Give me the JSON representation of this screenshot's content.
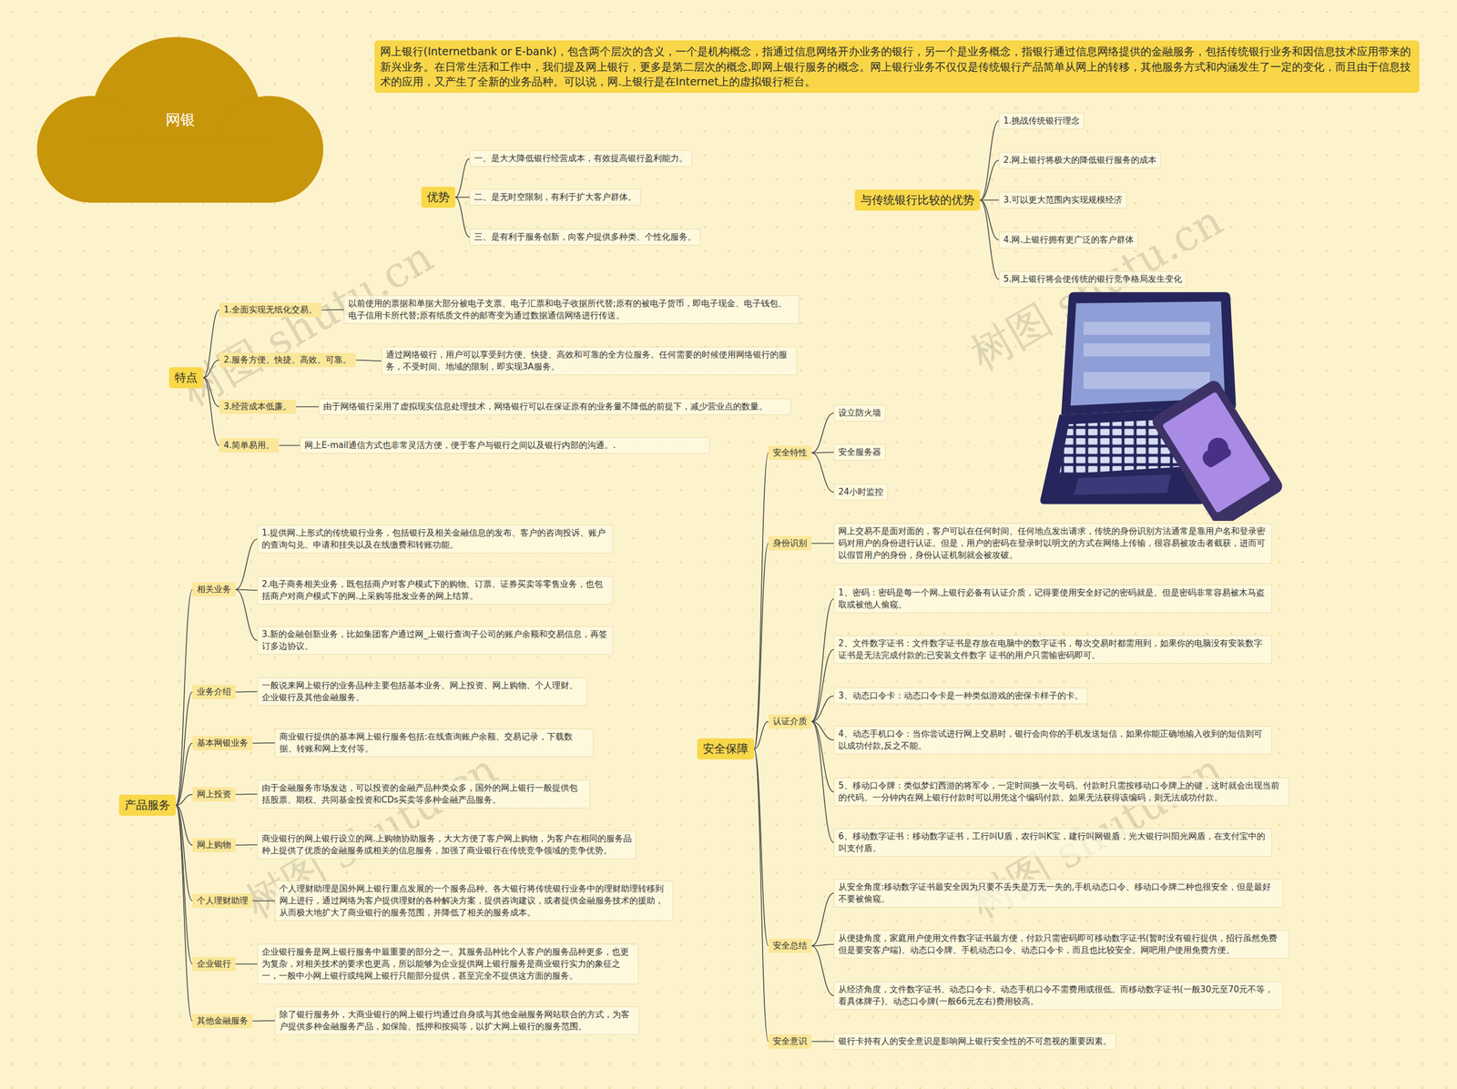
{
  "diagram": {
    "nodes": [
      {
        "text": [
          "网银"
        ]
      },
      {
        "text": [
          "网上银行(Internetbank or E-bank)，包含两个层次的含义，一个是机构概念，指通过信息网络开办业务的银行，另一个是业务概念，指银行通过信息网络提供的金融服务，包括传统银行业务和因信息技术应用带来的新兴业务。在日常生活和工作中，我们提及网上银行，更多是第二层次的概念,即网上银行服务的概念。网上银行业务不仅仅是传统银行产品简单从网上的转移，其他服务方式和内涵发生了一定的变化，而且由于信息技术的应用，又产生了全新的业务品种。可以说，网.上银行是在Internet上的虚拟银行柜台。"
        ]
      },
      {
        "text": [
          "优势"
        ]
      },
      {
        "text": [
          "一、是大大降低银行经营成本，有效提高银行盈利能力。"
        ]
      },
      {
        "text": [
          "二、是无时空限制，有利于扩大客户群体。"
        ]
      },
      {
        "text": [
          "三、是有利于服务创新，向客户提供多种类、个性化服务。"
        ]
      },
      {
        "text": [
          "与传统银行比较的优势"
        ]
      },
      {
        "text": [
          "1.挑战传统银行理念"
        ]
      },
      {
        "text": [
          "2.网上银行将极大的降低银行服务的成本"
        ]
      },
      {
        "text": [
          "3.可以更大范围内实现规模经济"
        ]
      },
      {
        "text": [
          "4.网.上银行拥有更广泛的客户群体"
        ]
      },
      {
        "text": [
          "5.网上银行将会使传统的银行竞争格局发生变化"
        ]
      },
      {
        "text": [
          "特点"
        ]
      },
      {
        "text": [
          "1.全面实现无纸化交易。"
        ]
      },
      {
        "text": [
          "以前使用的票据和单据大部分被电子支票、电子汇票和电子收据所代替;原有的被电子货币，即电子现金、电子钱包、电子信用卡所代替;原有纸质文件的邮寄变为通过数据通信网络进行传送。"
        ]
      },
      {
        "text": [
          "2.服务方便、快捷、高效、可靠。"
        ]
      },
      {
        "text": [
          "通过网络银行，用户可以享受到方便、快捷、高效和可靠的全方位服务。任何需要的时候使用网络银行的服务，不受时间、地域的限制，即实现3A服务。"
        ]
      },
      {
        "text": [
          "3.经营成本低廉。"
        ]
      },
      {
        "text": [
          "由于网络银行采用了虚拟现实信息处理技术，网络银行可以在保证原有的业务量不降低的前提下，减少营业点的数量。"
        ]
      },
      {
        "text": [
          "4.简单易用。"
        ]
      },
      {
        "text": [
          "网上E-mail通信方式也非常灵活方便，便于客户与银行之间以及银行内部的沟通。."
        ]
      },
      {
        "text": [
          "产品服务"
        ]
      },
      {
        "text": [
          "相关业务"
        ]
      },
      {
        "text": [
          "1.提供网.上形式的传统银行业务，包括银行及相关金融信息的发布、客户的咨询投诉、账户的查询勾兑、申请和挂失以及在线缴费和转账功能。"
        ]
      },
      {
        "text": [
          "2.电子商务相关业务，既包括商户对客户模式下的购物、订票、证券买卖等零售业务，也包括商户对商户模式下的网.上采购等批发业务的网上结算。"
        ]
      },
      {
        "text": [
          "3.新的金融创新业务，比如集团客户通过网_上银行查询子公司的账户余额和交易信息，再签订多边协议。"
        ]
      },
      {
        "text": [
          "业务介绍"
        ]
      },
      {
        "text": [
          "一般说来网上银行的业务品种主要包括基本业务、网上投资、网上购物、个人理财、企业银行及其他金融服务。"
        ]
      },
      {
        "text": [
          "基本网银业务"
        ]
      },
      {
        "text": [
          "商业银行提供的基本网上银行服务包括:在线查询账户余额、交易记录，下载数据、转账和网上支付等。"
        ]
      },
      {
        "text": [
          "网上投资"
        ]
      },
      {
        "text": [
          "由于金融服务市场发达，可以投资的金融产品种类众多，国外的网上银行一般提供包括股票、期权、共同基金投资和CDs买卖等多种金融产品服务。"
        ]
      },
      {
        "text": [
          "网上购物"
        ]
      },
      {
        "text": [
          "商业银行的网上银行设立的网.上购物协助服务，大大方便了客户网上购物，为客户在相同的服务品种上提供了优质的金融服务或相关的信息服务，加强了商业银行在传统竞争领域的竞争优势。"
        ]
      },
      {
        "text": [
          "个人理财助理"
        ]
      },
      {
        "text": [
          "个人理财助理是国外网上银行重点发展的一个服务品种。各大银行将传统银行业务中的理财助理转移到网上进行，通过网络为客户提供理财的各种解决方案，提供咨询建议，或者提供金融服务技术的援助，从而极大地扩大了商业银行的服务范围，并降低了相关的服务成本。"
        ]
      },
      {
        "text": [
          "企业银行"
        ]
      },
      {
        "text": [
          "企业银行服务是网上银行服务中最重要的部分之一。其服务品种比个人客户的服务品种更多，也更为复杂，对相关技术的要求也更高，所以能够为企业提供网上银行服务是商业银行实力的象征之一，一般中小网上银行或纯网上银行只能部分提供，甚至完全不提供这方面的服务。"
        ]
      },
      {
        "text": [
          "其他金融服务"
        ]
      },
      {
        "text": [
          "除了银行服务外，大商业银行的网上银行均通过自身或与其他金融服务网站联合的方式，为客户提供多种金融服务产品，如保险、抵押和按揭等，以扩大网上银行的服务范围。"
        ]
      },
      {
        "text": [
          "安全保障"
        ]
      },
      {
        "text": [
          "安全特性"
        ]
      },
      {
        "text": [
          "设立防火墙"
        ]
      },
      {
        "text": [
          "安全服务器"
        ]
      },
      {
        "text": [
          "24小时监控"
        ]
      },
      {
        "text": [
          "身份识别"
        ]
      },
      {
        "text": [
          "网上交易不是面对面的，客户可以在任何时间、任何地点发出请求，传统的身份识别方法通常是靠用户名和登录密码对用户的身份进行认证。但是，用户的密码在登录时以明文的方式在网络上传输，很容易被攻击者截获，进而可以假冒用户的身份，身份认证机制就会被攻破。"
        ]
      },
      {
        "text": [
          "认证介质"
        ]
      },
      {
        "text": [
          "1、密码：密码是每一个网.上银行必备有认证介质，记得要使用安全好记的密码就是。但是密码非常容易被木马盗取或被他人偷窥。"
        ]
      },
      {
        "text": [
          "2、文件数字证书：文件数字证书是存放在电脑中的数字证书，每次交易时都需用到，如果你的电脑没有安装数字证书是无法完成付款的;已安装文件数字 证书的用户只需输密码即可。"
        ]
      },
      {
        "text": [
          "3、动态口令卡：动态口令卡是一种类似游戏的密保卡样子的卡。"
        ]
      },
      {
        "text": [
          "4、动态手机口令：当你尝试进行网上交易时，银行会向你的手机发送短信，如果你能正确地输入收到的短信则可以成功付款,反之不能。"
        ]
      },
      {
        "text": [
          "5、移动口令牌：类似梦幻西游的将军令，一定时间换一次号码。付款时只需按移动口令牌上的键，这时就会出现当前的代码。一分钟内在网上银行付款时可以用凭这个编码付款。如果无法获得该编码，则无法成功付款。"
        ]
      },
      {
        "text": [
          "6、移动数字证书：移动数字证书，工行叫U盾，农行叫K宝，建行叫网银盾，光大银行叫阳光网盾，在支付宝中的叫支付盾。"
        ]
      },
      {
        "text": [
          "安全总结"
        ]
      },
      {
        "text": [
          "从安全角度:移动数字证书最安全因为只要不丢失是万无一失的,手机动态口令、移动口令牌二种也很安全，但是最好不要被偷窥。"
        ]
      },
      {
        "text": [
          "从便捷角度，家庭用户使用文件数字证书最方便，付款只需密码即可移动数字证书(暂时没有银行提供，招行虽然免费但是要安客户端)、动态口令牌、手机动态口令、动态口令卡，而且也比较安全。网吧用户使用免费方便。"
        ]
      },
      {
        "text": [
          "从经济角度，文件数字证书、动态口令卡、动态手机口令不需费用或很低。而移动数字证书(一般30元至70元不等，看具体牌子)、动态口令牌(一般66元左右)费用较高。"
        ]
      },
      {
        "text": [
          "安全意识"
        ]
      },
      {
        "text": [
          "银行卡持有人的安全意识是影响网上银行安全性的不可忽视的重要因素。"
        ]
      }
    ],
    "edges": [
      {
        "from": 2,
        "to": 3,
        "arrow": "none"
      },
      {
        "from": 2,
        "to": 4,
        "arrow": "none"
      },
      {
        "from": 2,
        "to": 5,
        "arrow": "none"
      },
      {
        "from": 6,
        "to": 7,
        "arrow": "none"
      },
      {
        "from": 6,
        "to": 8,
        "arrow": "none"
      },
      {
        "from": 6,
        "to": 9,
        "arrow": "none"
      },
      {
        "from": 6,
        "to": 10,
        "arrow": "none"
      },
      {
        "from": 6,
        "to": 11,
        "arrow": "none"
      },
      {
        "from": 12,
        "to": 13,
        "arrow": "none"
      },
      {
        "from": 12,
        "to": 15,
        "arrow": "none"
      },
      {
        "from": 12,
        "to": 17,
        "arrow": "none"
      },
      {
        "from": 12,
        "to": 19,
        "arrow": "none"
      },
      {
        "from": 13,
        "to": 14,
        "arrow": "none"
      },
      {
        "from": 15,
        "to": 16,
        "arrow": "none"
      },
      {
        "from": 17,
        "to": 18,
        "arrow": "none"
      },
      {
        "from": 19,
        "to": 20,
        "arrow": "none"
      },
      {
        "from": 21,
        "to": 22,
        "arrow": "none"
      },
      {
        "from": 21,
        "to": 26,
        "arrow": "none"
      },
      {
        "from": 21,
        "to": 28,
        "arrow": "none"
      },
      {
        "from": 21,
        "to": 30,
        "arrow": "none"
      },
      {
        "from": 21,
        "to": 32,
        "arrow": "none"
      },
      {
        "from": 21,
        "to": 34,
        "arrow": "none"
      },
      {
        "from": 21,
        "to": 36,
        "arrow": "none"
      },
      {
        "from": 21,
        "to": 38,
        "arrow": "none"
      },
      {
        "from": 22,
        "to": 23,
        "arrow": "none"
      },
      {
        "from": 22,
        "to": 24,
        "arrow": "none"
      },
      {
        "from": 22,
        "to": 25,
        "arrow": "none"
      },
      {
        "from": 26,
        "to": 27,
        "arrow": "none"
      },
      {
        "from": 28,
        "to": 29,
        "arrow": "none"
      },
      {
        "from": 30,
        "to": 31,
        "arrow": "none"
      },
      {
        "from": 32,
        "to": 33,
        "arrow": "none"
      },
      {
        "from": 34,
        "to": 35,
        "arrow": "none"
      },
      {
        "from": 36,
        "to": 37,
        "arrow": "none"
      },
      {
        "from": 38,
        "to": 39,
        "arrow": "none"
      },
      {
        "from": 40,
        "to": 41,
        "arrow": "none"
      },
      {
        "from": 40,
        "to": 45,
        "arrow": "none"
      },
      {
        "from": 40,
        "to": 47,
        "arrow": "none"
      },
      {
        "from": 40,
        "to": 54,
        "arrow": "none"
      },
      {
        "from": 40,
        "to": 58,
        "arrow": "none"
      },
      {
        "from": 41,
        "to": 42,
        "arrow": "none"
      },
      {
        "from": 41,
        "to": 43,
        "arrow": "none"
      },
      {
        "from": 41,
        "to": 44,
        "arrow": "none"
      },
      {
        "from": 45,
        "to": 46,
        "arrow": "none"
      },
      {
        "from": 47,
        "to": 48,
        "arrow": "none"
      },
      {
        "from": 47,
        "to": 49,
        "arrow": "none"
      },
      {
        "from": 47,
        "to": 50,
        "arrow": "none"
      },
      {
        "from": 47,
        "to": 51,
        "arrow": "none"
      },
      {
        "from": 47,
        "to": 52,
        "arrow": "none"
      },
      {
        "from": 47,
        "to": 53,
        "arrow": "none"
      },
      {
        "from": 54,
        "to": 55,
        "arrow": "none"
      },
      {
        "from": 54,
        "to": 56,
        "arrow": "none"
      },
      {
        "from": 54,
        "to": 57,
        "arrow": "none"
      },
      {
        "from": 58,
        "to": 59,
        "arrow": "none"
      }
    ],
    "labels": [
      "树图 shutu.cn",
      "树图 shutu.cn",
      "树图 shutu.cn",
      "树图 shutu.cn"
    ]
  }
}
